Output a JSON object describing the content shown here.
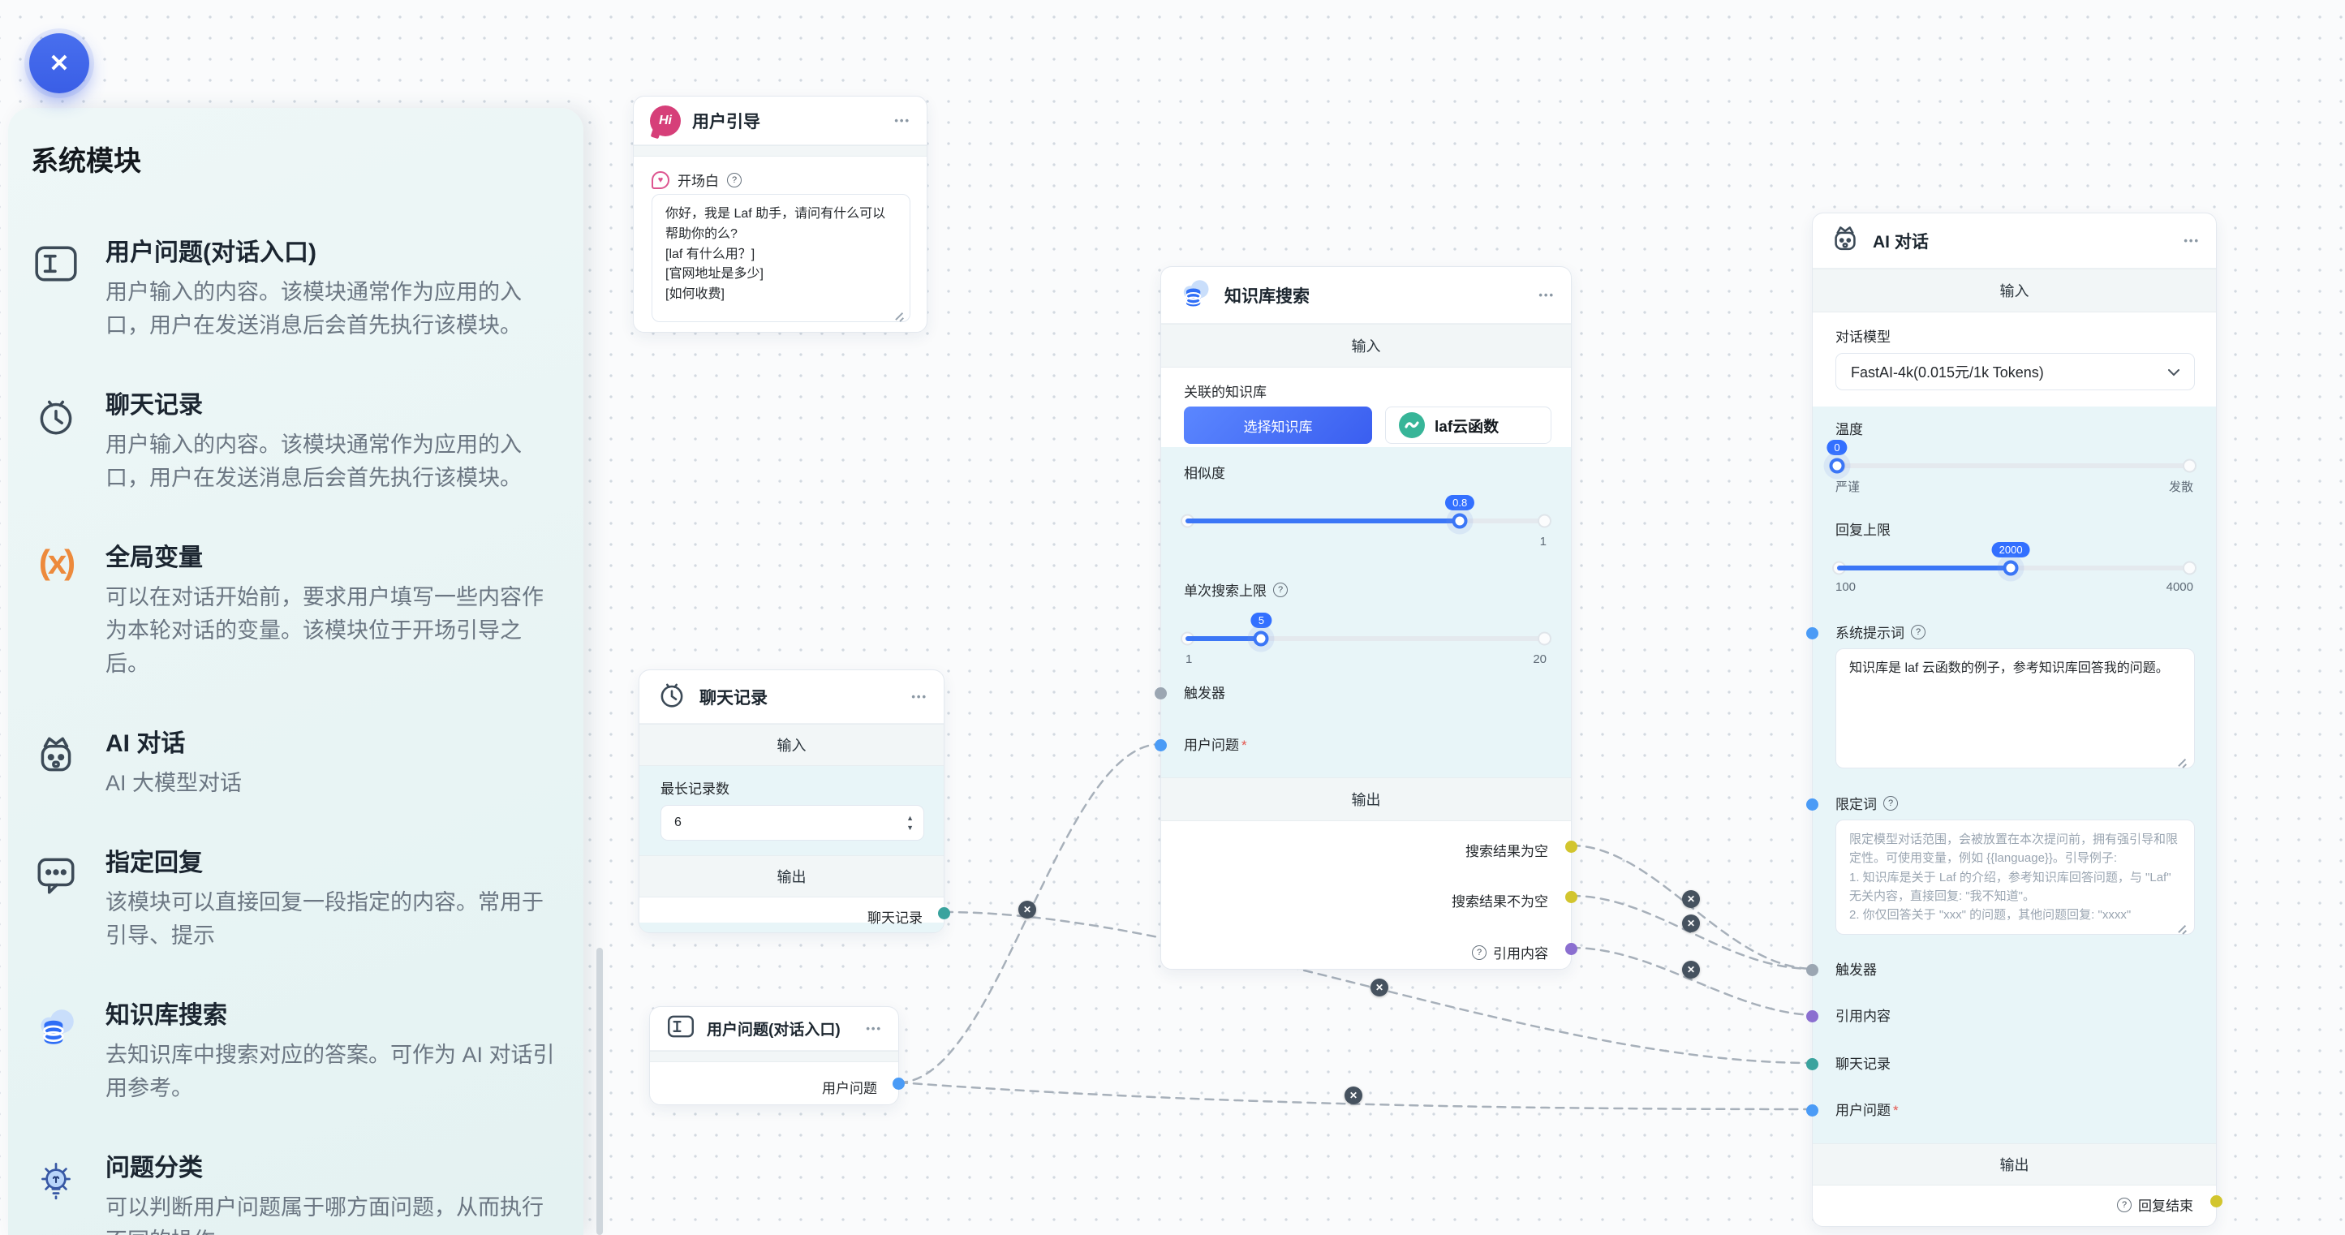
{
  "icons": {
    "menu": "•••",
    "help": "?",
    "close": "✕",
    "hi": "Hi",
    "var_glyph": "(x)",
    "spin_up": "▲",
    "spin_down": "▼"
  },
  "common": {
    "input_section": "输入",
    "output_section": "输出",
    "trigger": "触发器",
    "question": "用户问题",
    "required_mark": "*"
  },
  "colors": {
    "accent_blue": "#3370ff",
    "brand_pink": "#d63f79",
    "laf_teal": "#37b598",
    "port_trigger": "#9ba6b2",
    "port_question": "#4a9bf6",
    "port_history": "#3aa39e",
    "port_quote": "#8b6fd0",
    "port_result": "#d2c52e",
    "node_tint": "#e8f5f8",
    "sidebar_bg": "#e6f4f4",
    "edge": "#a7b0ba",
    "delete_button": "#46525f"
  },
  "sidebar": {
    "title": "系统模块",
    "items": [
      {
        "title": "用户问题(对话入口)",
        "desc": "用户输入的内容。该模块通常作为应用的入口，用户在发送消息后会首先执行该模块。"
      },
      {
        "title": "聊天记录",
        "desc": "用户输入的内容。该模块通常作为应用的入口，用户在发送消息后会首先执行该模块。"
      },
      {
        "title": "全局变量",
        "desc": "可以在对话开始前，要求用户填写一些内容作为本轮对话的变量。该模块位于开场引导之后。"
      },
      {
        "title": "AI 对话",
        "desc": "AI 大模型对话"
      },
      {
        "title": "指定回复",
        "desc": "该模块可以直接回复一段指定的内容。常用于引导、提示"
      },
      {
        "title": "知识库搜索",
        "desc": "去知识库中搜索对应的答案。可作为 AI 对话引用参考。"
      },
      {
        "title": "问题分类",
        "desc": "可以判断用户问题属于哪方面问题，从而执行不同的操作。"
      }
    ]
  },
  "nodes": {
    "user_guide": {
      "title": "用户引导",
      "opening_label": "开场白",
      "opening_text": "你好，我是 Laf 助手，请问有什么可以帮助你的么?\n[laf 有什么用？]\n[官网地址是多少]\n[如何收费]"
    },
    "kb_search": {
      "title": "知识库搜索",
      "dataset_label": "关联的知识库",
      "select_button": "选择知识库",
      "dataset_name": "laf云函数",
      "similarity": {
        "label": "相似度",
        "value": "0.8",
        "max": "1"
      },
      "search_limit": {
        "label": "单次搜索上限",
        "value": "5",
        "min": "1",
        "max": "20"
      },
      "outputs": {
        "empty": "搜索结果为空",
        "not_empty": "搜索结果不为空",
        "quote": "引用内容"
      }
    },
    "chat_history": {
      "title": "聊天记录",
      "max_label": "最长记录数",
      "max_value": "6",
      "output_label": "聊天记录"
    },
    "user_question": {
      "title": "用户问题(对话入口)",
      "output_label": "用户问题"
    },
    "ai_chat": {
      "title": "AI 对话",
      "model_label": "对话模型",
      "model_value": "FastAI-4k(0.015元/1k Tokens)",
      "temperature": {
        "label": "温度",
        "value": "0",
        "min_label": "严谨",
        "max_label": "发散"
      },
      "reply_limit": {
        "label": "回复上限",
        "value": "2000",
        "min": "100",
        "max": "4000"
      },
      "system_prompt": {
        "label": "系统提示词",
        "value": "知识库是 laf 云函数的例子，参考知识库回答我的问题。"
      },
      "constraint": {
        "label": "限定词",
        "placeholder": "限定模型对话范围，会被放置在本次提问前，拥有强引导和限定性。可使用变量，例如 {{language}}。引导例子:\n1. 知识库是关于 Laf 的介绍，参考知识库回答问题，与 \"Laf\" 无关内容，直接回复: \"我不知道\"。\n2. 你仅回答关于 \"xxx\" 的问题，其他问题回复: \"xxxx\""
      },
      "inputs": {
        "quote": "引用内容",
        "history": "聊天记录"
      },
      "end_label": "回复结束"
    }
  }
}
